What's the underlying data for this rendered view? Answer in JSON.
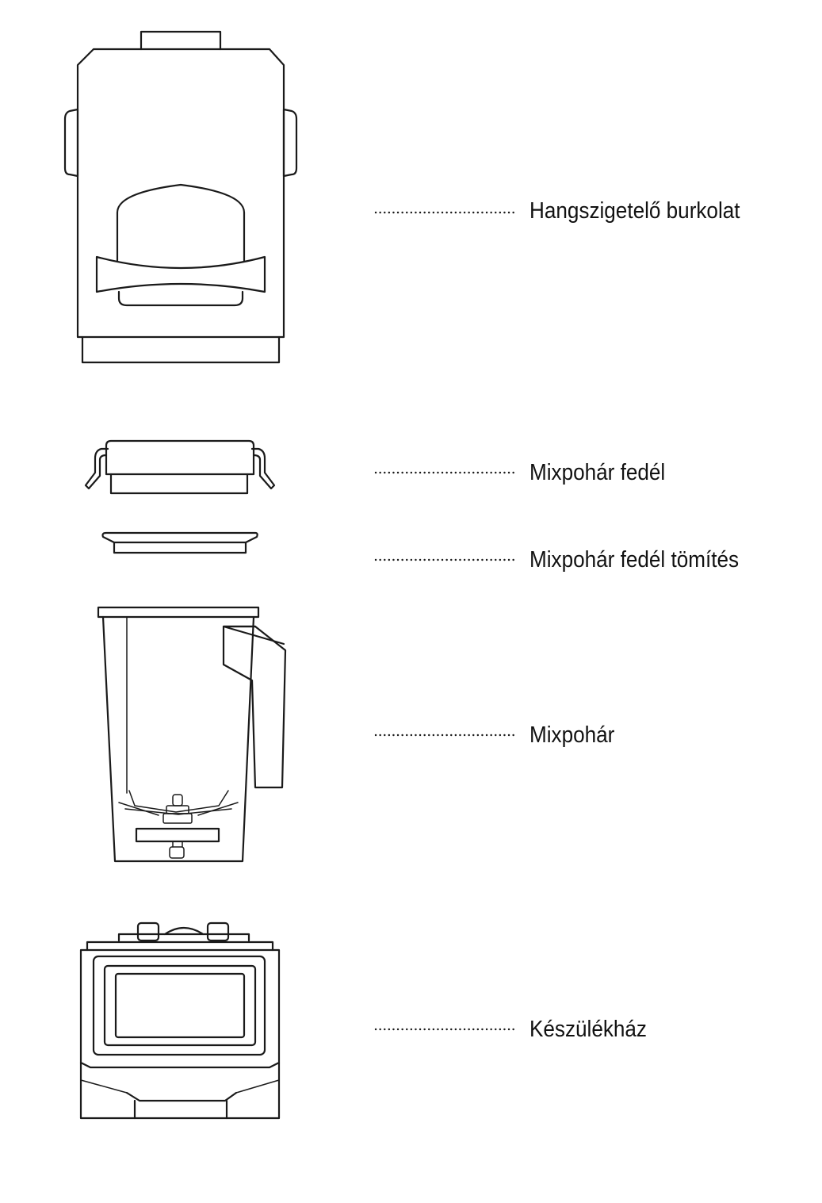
{
  "parts": [
    {
      "id": "cover",
      "label": "Hangszigetelő burkolat"
    },
    {
      "id": "lid",
      "label": "Mixpohár fedél"
    },
    {
      "id": "lid-seal",
      "label": "Mixpohár fedél tömítés"
    },
    {
      "id": "jar",
      "label": "Mixpohár"
    },
    {
      "id": "base",
      "label": "Készülékház"
    }
  ],
  "colors": {
    "line": "#1a1a1a",
    "background": "#ffffff"
  }
}
